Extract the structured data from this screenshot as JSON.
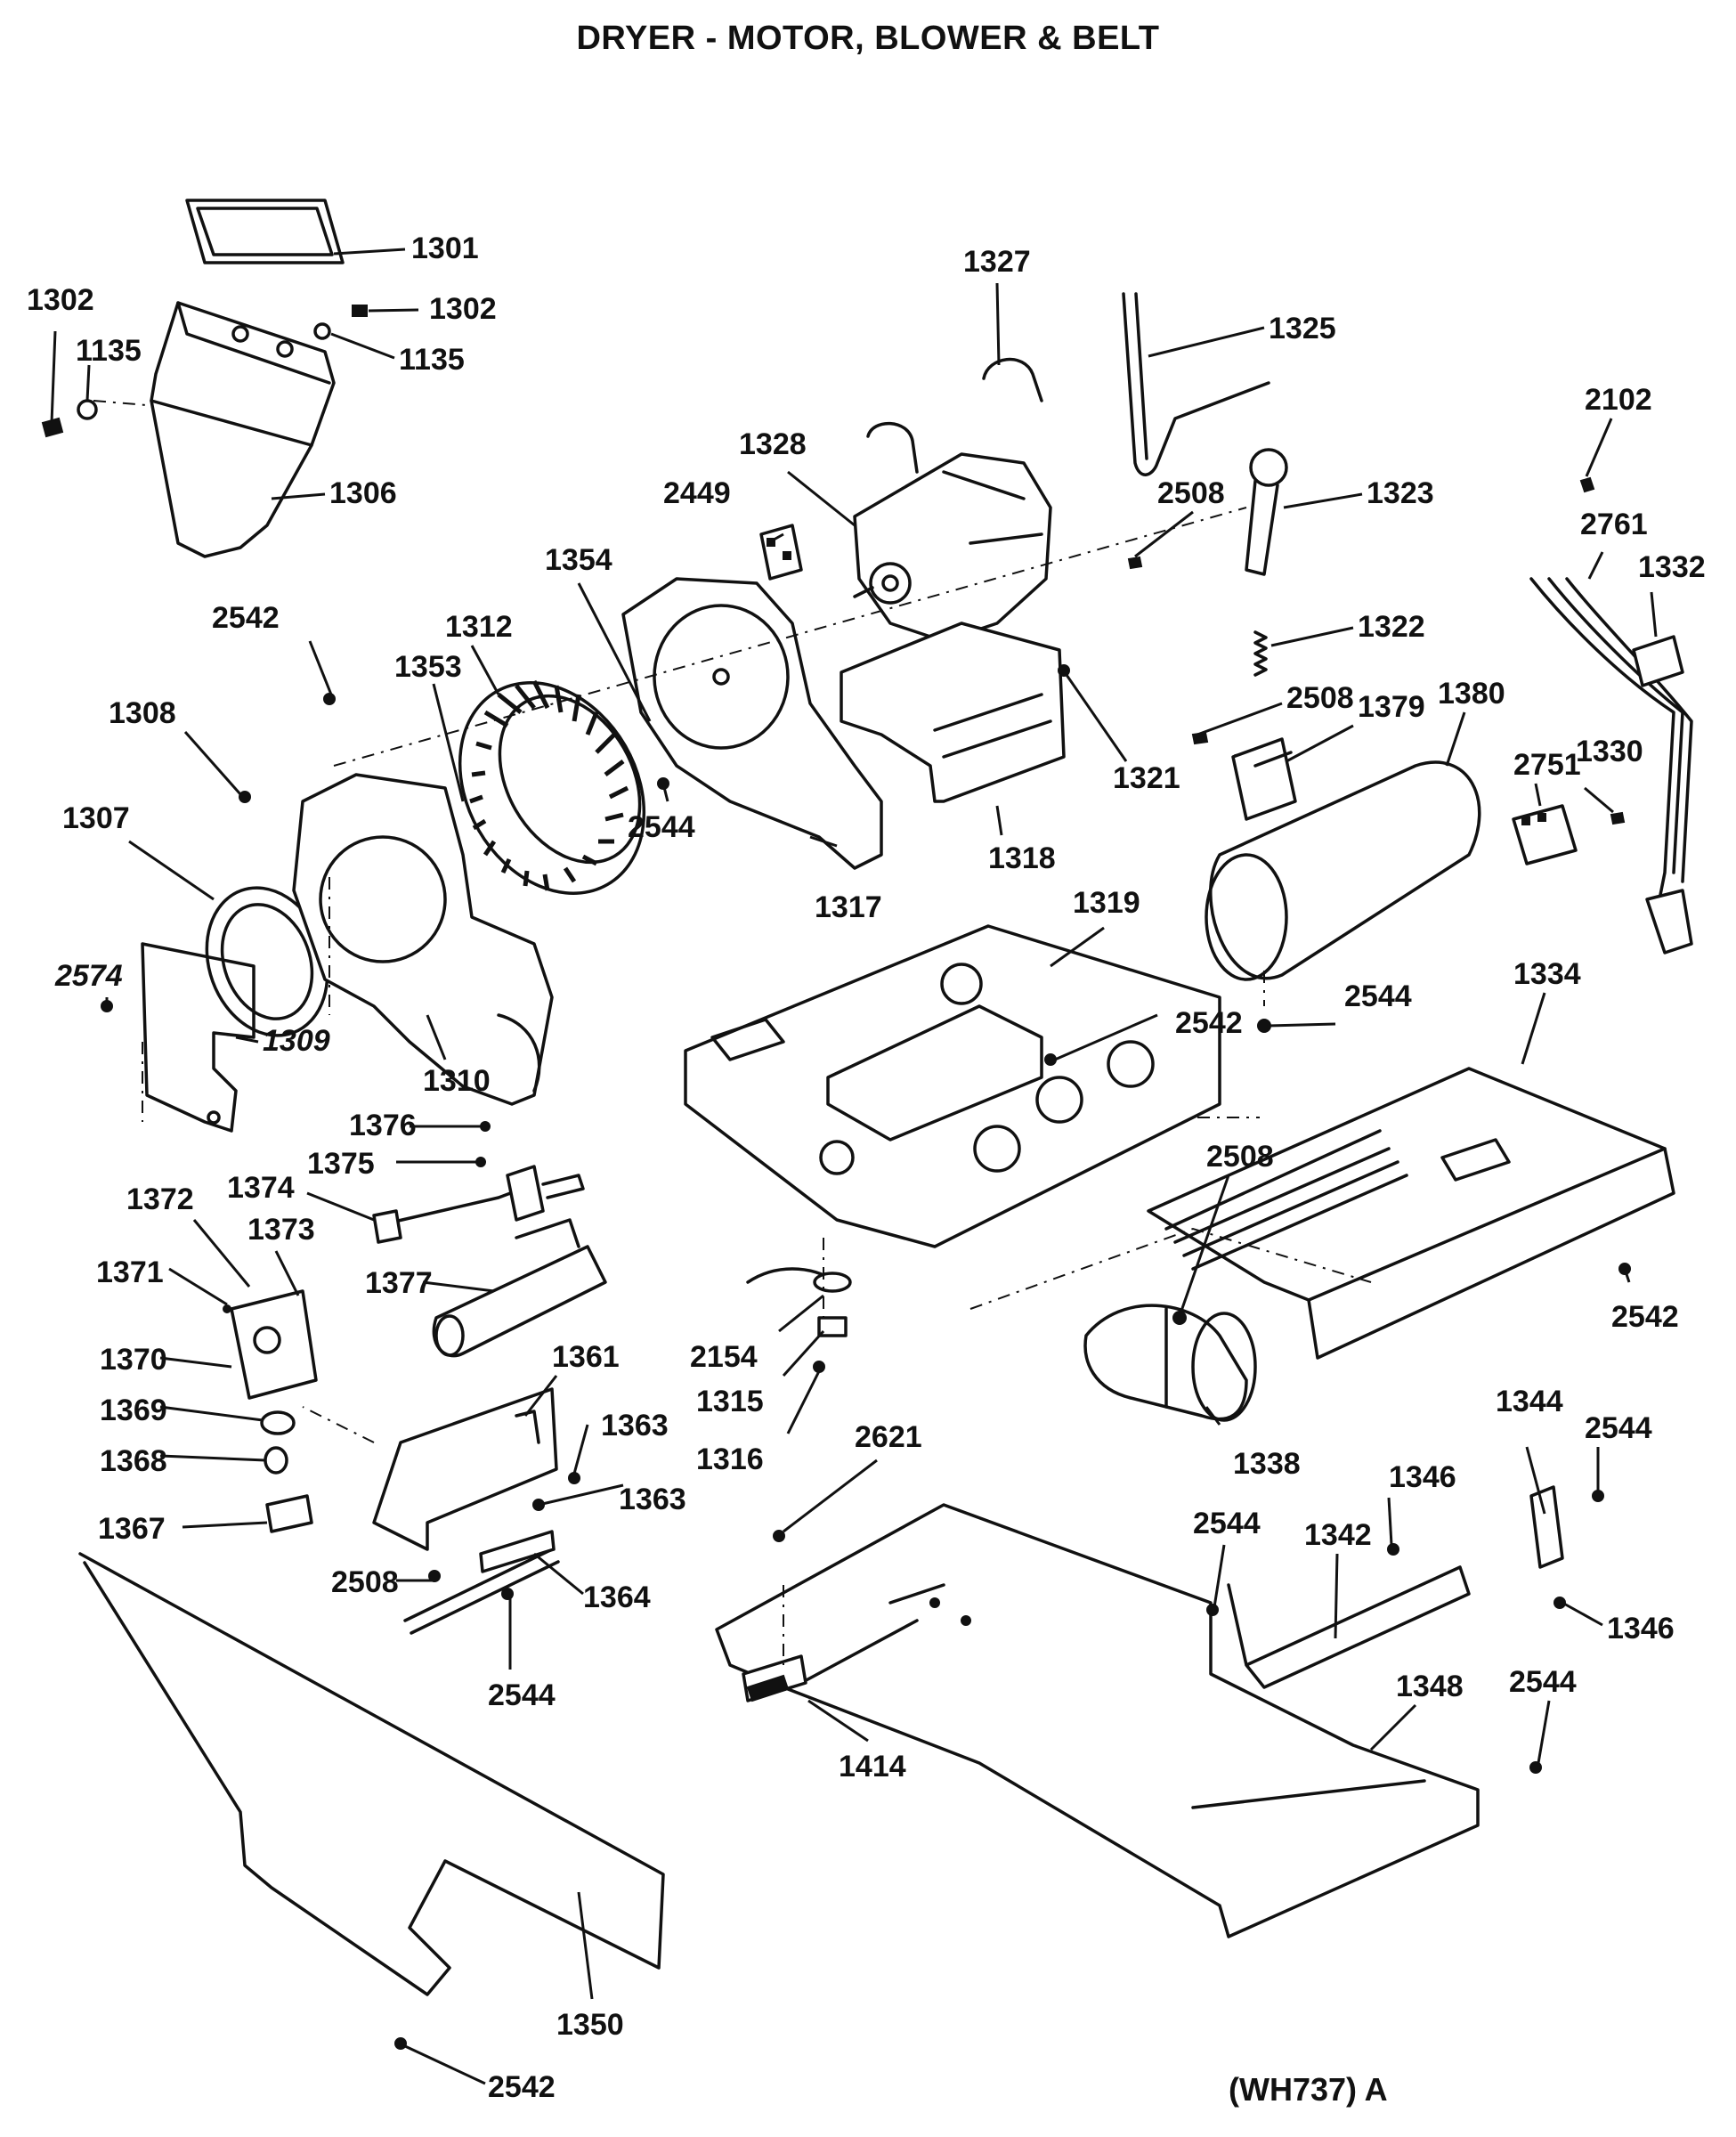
{
  "title": "DRYER - MOTOR, BLOWER & BELT",
  "diagram_code": "(WH737) A",
  "callouts": {
    "p1301": "1301",
    "p1302a": "1302",
    "p1302b": "1302",
    "p1135a": "1135",
    "p1135b": "1135",
    "p1306": "1306",
    "p1327": "1327",
    "p1325": "1325",
    "p2102": "2102",
    "p1328": "1328",
    "p2449": "2449",
    "p1323": "1323",
    "p2508a": "2508",
    "p2761": "2761",
    "p1332": "1332",
    "p1354": "1354",
    "p1312": "1312",
    "p2542a": "2542",
    "p1353": "1353",
    "p1308": "1308",
    "p1322": "1322",
    "p1321": "1321",
    "p2508b": "2508",
    "p1379": "1379",
    "p1380": "1380",
    "p2751": "2751",
    "p1330": "1330",
    "p1307": "1307",
    "p2544a": "2544",
    "p1318": "1318",
    "p1317": "1317",
    "p1319": "1319",
    "p2574": "2574",
    "p1309": "1309",
    "p1310": "1310",
    "p2542b": "2542",
    "p2544b": "2544",
    "p1334": "1334",
    "p1376": "1376",
    "p1375": "1375",
    "p1374": "1374",
    "p1372": "1372",
    "p1373": "1373",
    "p1371": "1371",
    "p2508c": "2508",
    "p1377": "1377",
    "p1370": "1370",
    "p2542c": "2542",
    "p1361": "1361",
    "p2154": "2154",
    "p1363a": "1363",
    "p1369": "1369",
    "p1315": "1315",
    "p1338": "1338",
    "p1368": "1368",
    "p1316": "1316",
    "p2621": "2621",
    "p1344": "1344",
    "p2544c": "2544",
    "p1346a": "1346",
    "p1363b": "1363",
    "p1367": "1367",
    "p2544d": "2544",
    "p1342": "1342",
    "p2508d": "2508",
    "p1364": "1364",
    "p1346b": "1346",
    "p2544e": "2544",
    "p1348": "1348",
    "p2544f": "2544",
    "p1414": "1414",
    "p1350": "1350",
    "p2542d": "2542"
  },
  "colors": {
    "ink": "#111111",
    "paper": "#ffffff"
  }
}
